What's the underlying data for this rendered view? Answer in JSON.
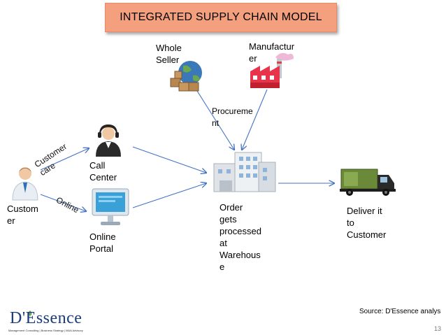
{
  "title": "INTEGRATED SUPPLY CHAIN MODEL",
  "nodes": {
    "customer": "Custom\ner",
    "call_center": "Call\nCenter",
    "online_portal": "Online\nPortal",
    "whole_seller": "Whole\nSeller",
    "manufacturer": "Manufactur\ner",
    "procurement": "Procureme\nnt",
    "warehouse": "Order\ngets\nprocessed\nat\nWarehous\ne",
    "deliver": "Deliver it\nto\nCustomer"
  },
  "edge_labels": {
    "customer_care": "Customer\ncare",
    "online": "Online"
  },
  "source": "Source: D'Essence analys",
  "page_number": "13",
  "logo": {
    "name": "D'Essence",
    "tagline": "Management Consulting | Business Strategy | M&A Advisory"
  },
  "colors": {
    "title_fill": "#f4a07e",
    "arrow": "#4472c4",
    "brand": "#1a3c7a"
  }
}
